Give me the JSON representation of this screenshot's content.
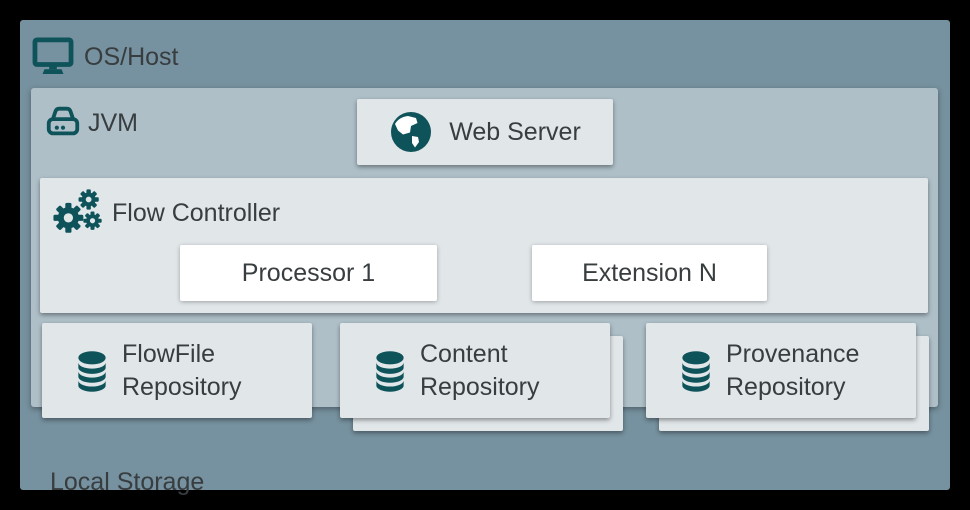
{
  "diagram": {
    "os_host": {
      "label": "OS/Host",
      "icon": "monitor-icon"
    },
    "jvm": {
      "label": "JVM",
      "icon": "hard-drive-icon"
    },
    "web_server": {
      "label": "Web Server",
      "icon": "globe-icon"
    },
    "flow_controller": {
      "label": "Flow Controller",
      "icon": "gears-icon",
      "components": [
        {
          "label": "Processor 1"
        },
        {
          "label": "Extension N"
        }
      ]
    },
    "repositories": [
      {
        "label": "FlowFile Repository",
        "icon": "database-icon",
        "stacked": false
      },
      {
        "label": "Content Repository",
        "icon": "database-icon",
        "stacked": true
      },
      {
        "label": "Provenance Repository",
        "icon": "database-icon",
        "stacked": true
      }
    ],
    "local_storage": {
      "label": "Local Storage"
    },
    "colors": {
      "accent_teal": "#0e535a",
      "os_host_bg": "#76919f",
      "jvm_bg": "#aebfc8",
      "panel_bg": "#e1e6e9",
      "component_bg": "#ffffff",
      "text": "#383d3f",
      "canvas_border": "#000000"
    }
  }
}
